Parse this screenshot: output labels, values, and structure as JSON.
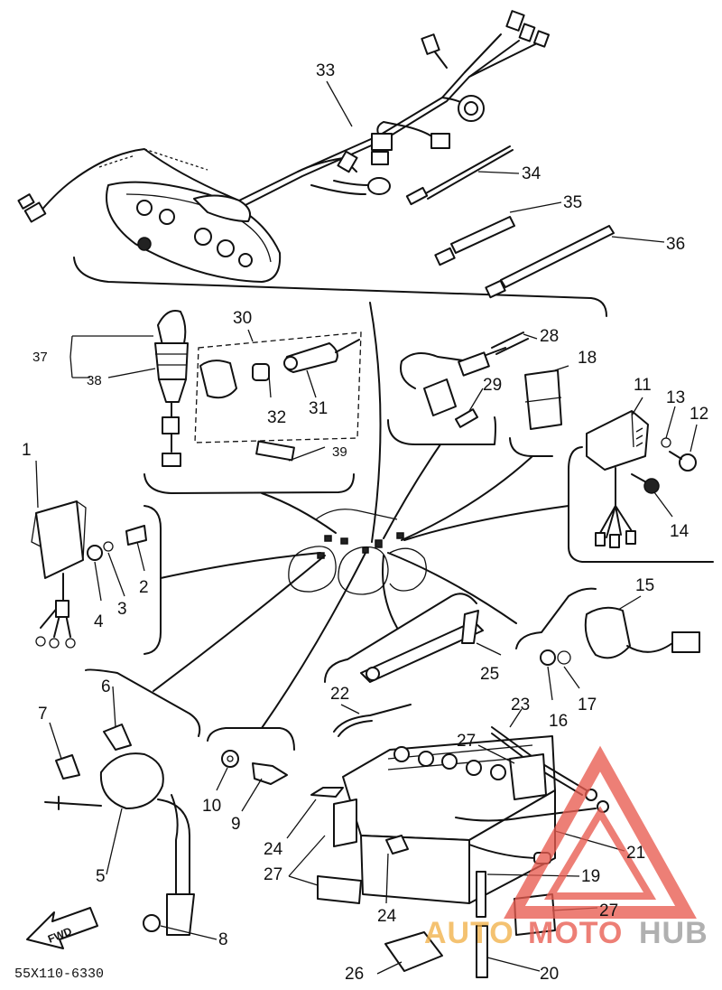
{
  "diagram_code": "55X110-6330",
  "direction_label": "FWD",
  "watermark": {
    "part1": "AUTO",
    "part2": "MOTO",
    "part3": "HUB",
    "accent": "#e85c50",
    "orange": "#f2b24a",
    "gray": "#9a9a9a"
  },
  "labels": {
    "n1": "1",
    "n2": "2",
    "n3": "3",
    "n4": "4",
    "n5": "5",
    "n6": "6",
    "n7": "7",
    "n8": "8",
    "n9": "9",
    "n10": "10",
    "n11": "11",
    "n12": "12",
    "n13": "13",
    "n14": "14",
    "n15": "15",
    "n16": "16",
    "n17": "17",
    "n18": "18",
    "n19": "19",
    "n20": "20",
    "n21": "21",
    "n22": "22",
    "n23": "23",
    "n24a": "24",
    "n24b": "24",
    "n25": "25",
    "n26": "26",
    "n27a": "27",
    "n27b": "27",
    "n27c": "27",
    "n28": "28",
    "n29": "29",
    "n30": "30",
    "n31": "31",
    "n32": "32",
    "n33": "33",
    "n34": "34",
    "n35": "35",
    "n36": "36",
    "n37": "37",
    "n38": "38",
    "n39": "39"
  }
}
